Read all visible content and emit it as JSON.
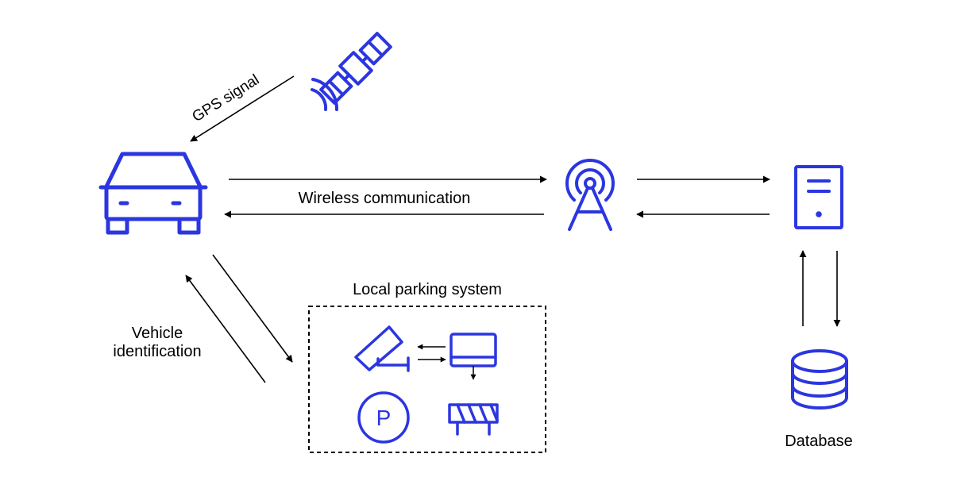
{
  "colors": {
    "accent": "#2b36e0",
    "line": "#000000",
    "background": "#ffffff"
  },
  "labels": {
    "gps_signal": "GPS signal",
    "wireless_communication": "Wireless communication",
    "local_parking_system": "Local parking system",
    "vehicle_identification_line1": "Vehicle",
    "vehicle_identification_line2": "identification",
    "database": "Database"
  },
  "icons": {
    "satellite": "satellite-icon",
    "car": "car-icon",
    "tower": "cell-tower-icon",
    "server": "server-icon",
    "database": "database-icon",
    "camera": "security-camera-icon",
    "monitor": "monitor-icon",
    "parking": "parking-sign-icon",
    "barrier": "road-barrier-icon"
  },
  "parking_sign_letter": "P"
}
